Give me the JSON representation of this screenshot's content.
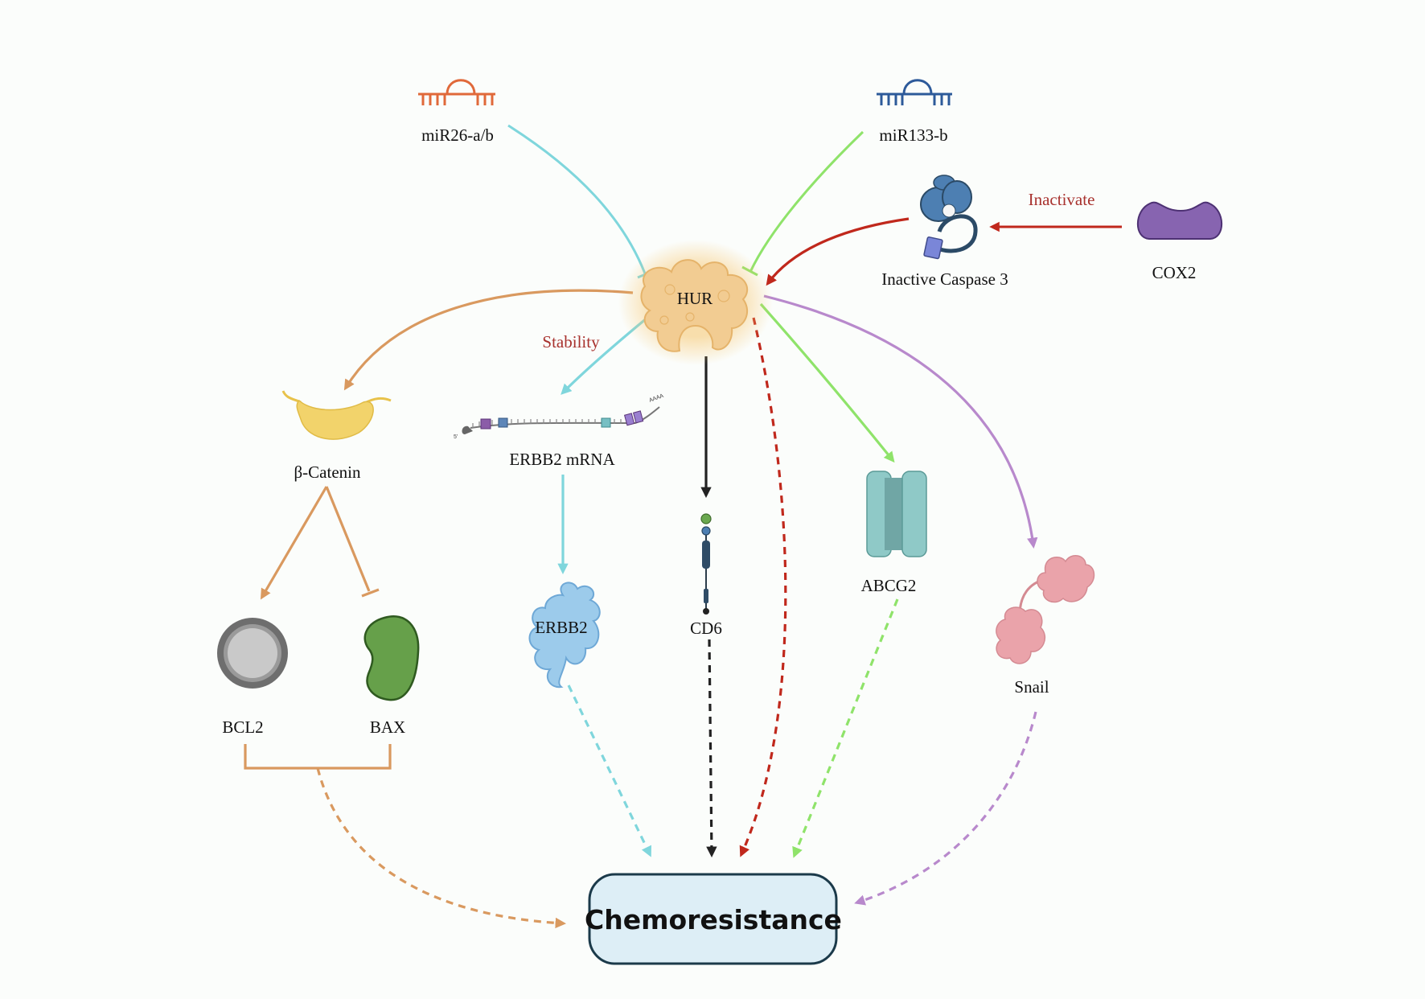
{
  "labels": {
    "mir26": "miR26-a/b",
    "mir133": "miR133-b",
    "hur": "HUR",
    "inactive_caspase3": "Inactive Caspase 3",
    "cox2": "COX2",
    "inactivate": "Inactivate",
    "stability": "Stability",
    "beta_catenin": "β-Catenin",
    "erbb2_mrna": "ERBB2 mRNA",
    "cd6": "CD6",
    "abcg2": "ABCG2",
    "snail": "Snail",
    "bcl2": "BCL2",
    "bax": "BAX",
    "erbb2": "ERBB2",
    "chemoresistance": "Chemoresistance",
    "mrna_5prime": "5'",
    "mrna_polya": "AAAA"
  },
  "colors": {
    "cyan": "#7fd6dc",
    "green": "#8fe36a",
    "red": "#c0281c",
    "orange": "#d9995f",
    "purple": "#b889cc",
    "black": "#222222",
    "mir26": "#e0693a",
    "mir133": "#2d5a9a",
    "cox2": "#8764b0",
    "hur": "#f2cc92",
    "beta_catenin": "#f2d36b",
    "abcg2": "#8fc9c7",
    "snail": "#eaa3aa",
    "bcl2": "#c9c9c9",
    "bax": "#66a04a",
    "erbb2": "#9ccbeb",
    "chemo_fill": "#ddeef6",
    "chemo_stroke": "#1b3a4a"
  },
  "edges": [
    {
      "from": "miR26-a/b",
      "to": "HUR",
      "type": "inhibit"
    },
    {
      "from": "miR133-b",
      "to": "HUR",
      "type": "inhibit"
    },
    {
      "from": "COX2",
      "to": "Inactive Caspase 3",
      "type": "activate",
      "label": "Inactivate"
    },
    {
      "from": "Inactive Caspase 3",
      "to": "HUR",
      "type": "activate"
    },
    {
      "from": "HUR",
      "to": "β-Catenin",
      "type": "activate"
    },
    {
      "from": "HUR",
      "to": "ERBB2 mRNA",
      "type": "activate",
      "label": "Stability"
    },
    {
      "from": "HUR",
      "to": "CD6",
      "type": "activate"
    },
    {
      "from": "HUR",
      "to": "ABCG2",
      "type": "activate"
    },
    {
      "from": "HUR",
      "to": "Snail",
      "type": "activate"
    },
    {
      "from": "HUR",
      "to": "Chemoresistance",
      "type": "dashed"
    },
    {
      "from": "β-Catenin",
      "to": "BCL2",
      "type": "activate"
    },
    {
      "from": "β-Catenin",
      "to": "BAX",
      "type": "inhibit"
    },
    {
      "from": "ERBB2 mRNA",
      "to": "ERBB2",
      "type": "activate"
    },
    {
      "from": "BCL2/BAX",
      "to": "Chemoresistance",
      "type": "dashed"
    },
    {
      "from": "ERBB2",
      "to": "Chemoresistance",
      "type": "dashed"
    },
    {
      "from": "CD6",
      "to": "Chemoresistance",
      "type": "dashed"
    },
    {
      "from": "ABCG2",
      "to": "Chemoresistance",
      "type": "dashed"
    },
    {
      "from": "Snail",
      "to": "Chemoresistance",
      "type": "dashed"
    }
  ]
}
